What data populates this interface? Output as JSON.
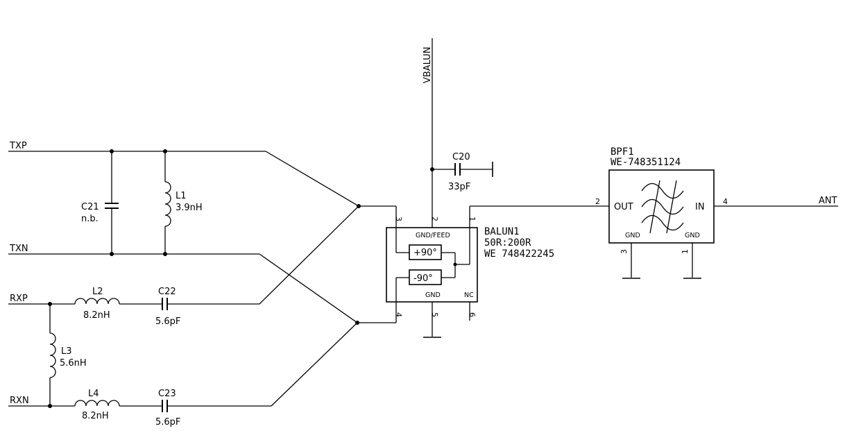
{
  "nets": {
    "txp": "TXP",
    "txn": "TXN",
    "rxp": "RXP",
    "rxn": "RXN",
    "vbalun": "VBALUN",
    "ant": "ANT"
  },
  "components": {
    "c21": {
      "ref": "C21",
      "value": "n.b."
    },
    "l1": {
      "ref": "L1",
      "value": "3.9nH"
    },
    "l2": {
      "ref": "L2",
      "value": "8.2nH"
    },
    "c22": {
      "ref": "C22",
      "value": "5.6pF"
    },
    "l3": {
      "ref": "L3",
      "value": "5.6nH"
    },
    "l4": {
      "ref": "L4",
      "value": "8.2nH"
    },
    "c23": {
      "ref": "C23",
      "value": "5.6pF"
    },
    "c20": {
      "ref": "C20",
      "value": "33pF"
    },
    "balun1": {
      "ref": "BALUN1",
      "value": "50R:200R",
      "part": "WE 748422245",
      "label_gnd_feed": "GND/FEED",
      "label_gnd": "GND",
      "label_nc": "NC",
      "plus90": "+90°",
      "minus90": "-90°",
      "pins": {
        "p1": "1",
        "p2": "2",
        "p3": "3",
        "p4": "4",
        "p5": "5",
        "p6": "6"
      }
    },
    "bpf1": {
      "ref": "BPF1",
      "part": "WE-748351124",
      "label_out": "OUT",
      "label_in": "IN",
      "label_gnd": "GND",
      "pins": {
        "p1": "1",
        "p2": "2",
        "p3": "3",
        "p4": "4"
      }
    }
  }
}
